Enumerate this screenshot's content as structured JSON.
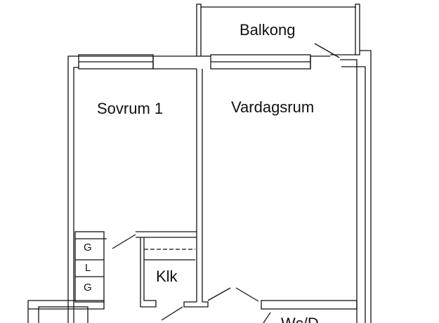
{
  "rooms": {
    "balcony": "Balkong",
    "bedroom": "Sovrum 1",
    "living_room": "Vardagsrum",
    "closet": "Klk",
    "wc": "Wc/D"
  },
  "wardrobes": [
    "G",
    "L",
    "G"
  ]
}
